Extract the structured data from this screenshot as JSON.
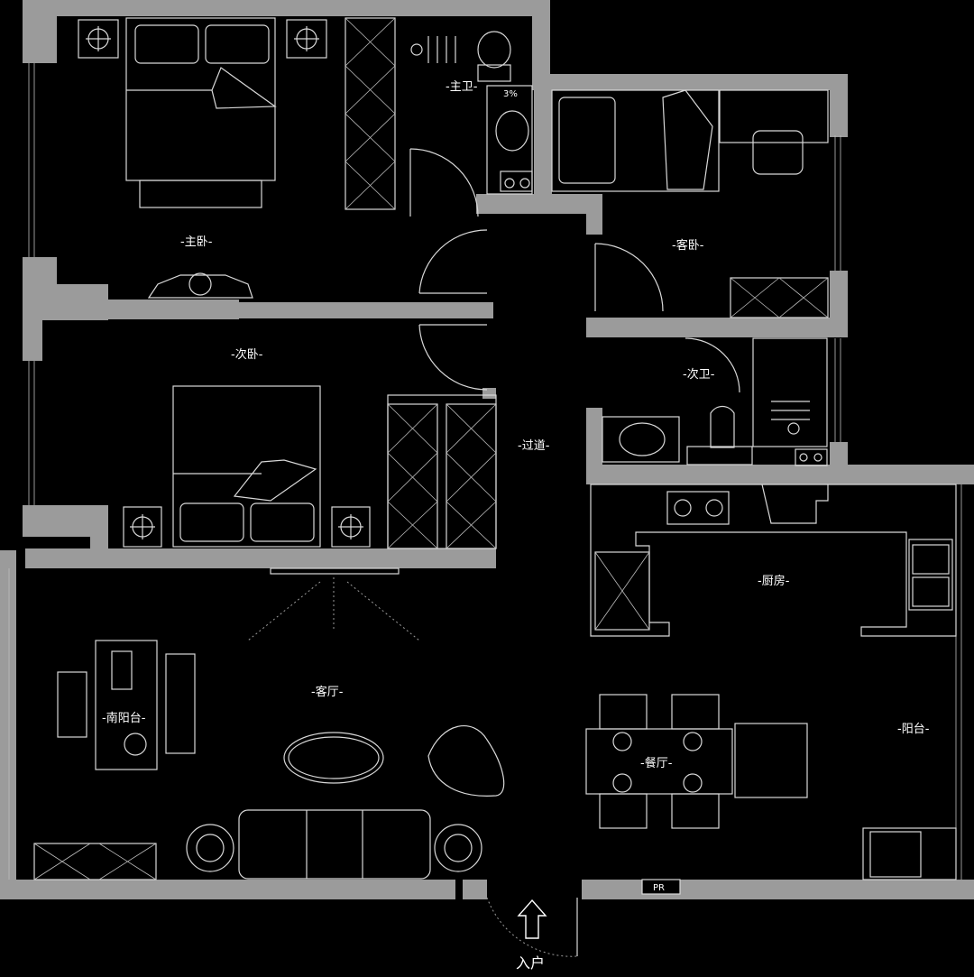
{
  "rooms": {
    "master_bedroom": "-主卧-",
    "master_bath": "-主卫-",
    "guest_bedroom": "-客卧-",
    "second_bedroom": "-次卧-",
    "second_bath": "-次卫-",
    "corridor": "-过道-",
    "kitchen": "-厨房-",
    "living_room": "-客厅-",
    "south_balcony": "-南阳台-",
    "dining_room": "-餐厅-",
    "balcony": "-阳台-"
  },
  "marks": {
    "slope": "3%",
    "pipe": "PR",
    "entrance": "入户"
  },
  "colors": {
    "background": "#000000",
    "wall": "#9b9b9b",
    "line": "#d8d8d8"
  }
}
